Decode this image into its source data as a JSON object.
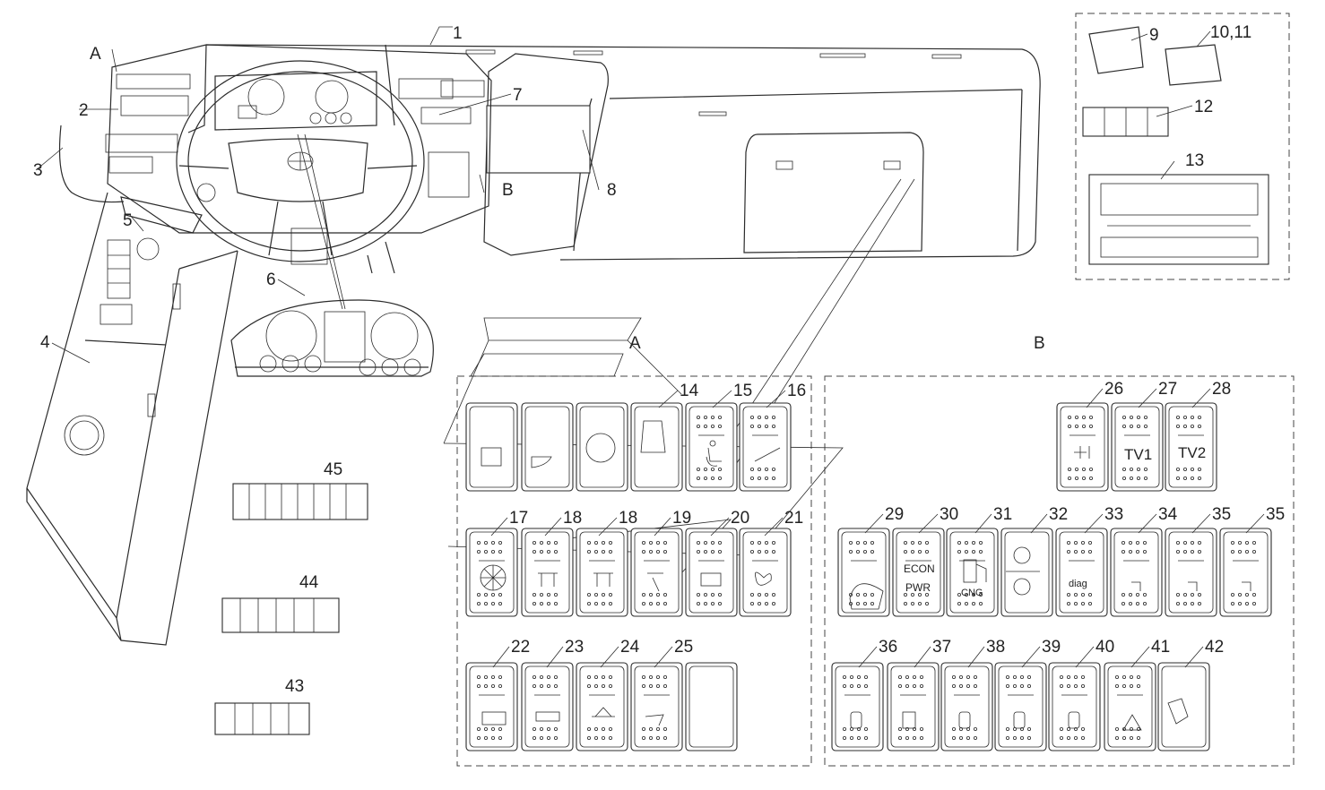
{
  "callouts": {
    "c1": "1",
    "c2": "2",
    "c3": "3",
    "c4": "4",
    "c5": "5",
    "c6": "6",
    "c7": "7",
    "c8": "8",
    "c9": "9",
    "c10_11": "10,11",
    "c12": "12",
    "c13": "13",
    "c14": "14",
    "c15": "15",
    "c16": "16",
    "c17": "17",
    "c18a": "18",
    "c18b": "18",
    "c19": "19",
    "c20": "20",
    "c21": "21",
    "c22": "22",
    "c23": "23",
    "c24": "24",
    "c25": "25",
    "c26": "26",
    "c27": "27",
    "c28": "28",
    "c29": "29",
    "c30": "30",
    "c31": "31",
    "c32": "32",
    "c33": "33",
    "c34": "34",
    "c35a": "35",
    "c35b": "35",
    "c36": "36",
    "c37": "37",
    "c38": "38",
    "c39": "39",
    "c40": "40",
    "c41": "41",
    "c42": "42",
    "c43": "43",
    "c44": "44",
    "c45": "45"
  },
  "view_labels": {
    "a_top": "A",
    "b_top": "B",
    "a_detail": "A",
    "b_detail": "B"
  },
  "switch_text": {
    "tv1": "TV1",
    "tv2": "TV2",
    "econ": "ECON",
    "pwr": "PWR",
    "cng": "CNG",
    "diag": "diag"
  }
}
